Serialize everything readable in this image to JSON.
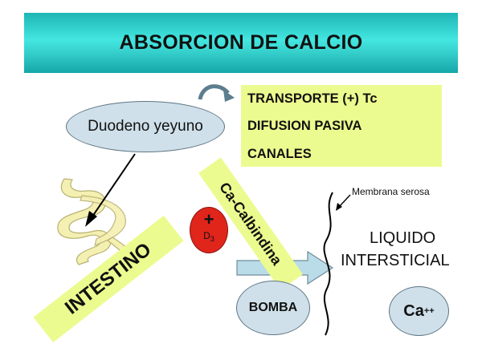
{
  "title": "ABSORCION DE CALCIO",
  "transport_box": {
    "line1": "TRANSPORTE  (+) Tc",
    "line2": "DIFUSION PASIVA",
    "line3": "CANALES"
  },
  "duodeno_label": "Duodeno yeyuno",
  "intestino_label": "INTESTINO",
  "calbindina_label": "Ca-Calbindina",
  "vitamin_d": {
    "plus": "+",
    "letter": "D",
    "subscript": "3"
  },
  "membrane_label": "Membrana serosa",
  "liquid_label": {
    "line1": "LIQUIDO",
    "line2": "INTERSTICIAL"
  },
  "bomba_label": "BOMBA",
  "calcium_ion": {
    "symbol": "Ca",
    "charge": "++"
  },
  "colors": {
    "banner": "#2cc9c6",
    "highlight_yellow": "#ecfb8f",
    "ellipse_fill": "#cfe0ea",
    "arrow_fill": "#b9dce8",
    "vitamin_circle": "#e0251b"
  }
}
